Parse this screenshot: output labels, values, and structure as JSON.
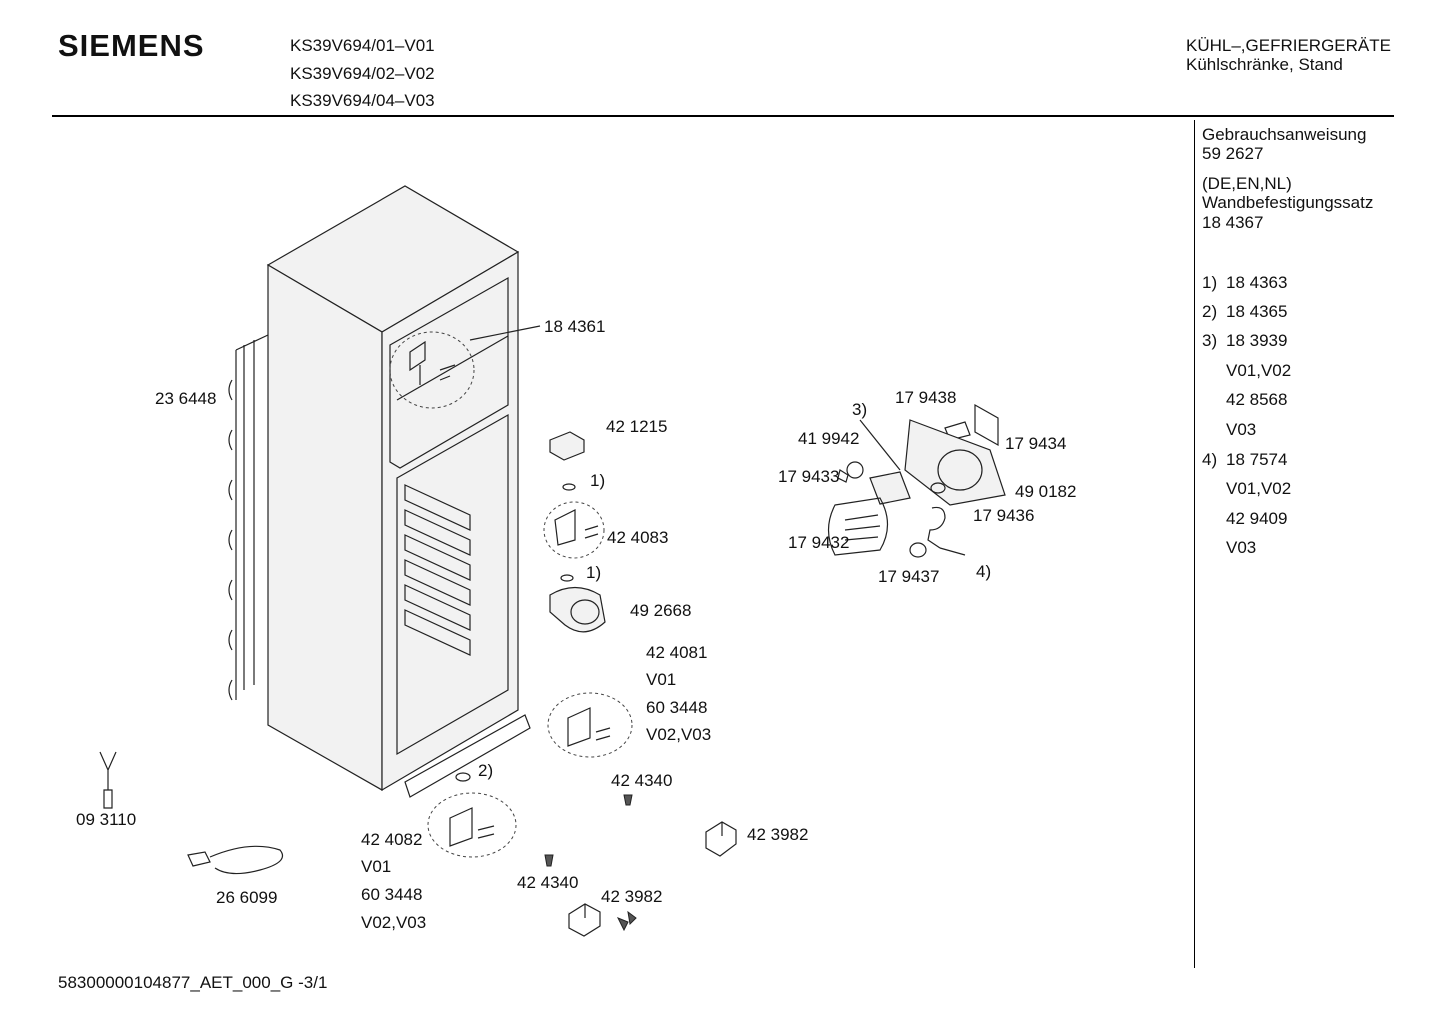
{
  "header": {
    "brand": "SIEMENS",
    "models": [
      "KS39V694/01–V01",
      "KS39V694/02–V02",
      "KS39V694/04–V03"
    ],
    "category_line1": "KÜHL–,GEFRIERGERÄTE",
    "category_line2": "Kühlschränke, Stand"
  },
  "sidebar": {
    "manual_label": "Gebrauchsanweisung",
    "manual_number": "59 2627",
    "languages": "(DE,EN,NL)",
    "wall_kit_label": "Wandbefestigungssatz",
    "wall_kit_number": "18 4367",
    "refs": [
      {
        "key": "1)",
        "value": "18 4363"
      },
      {
        "key": "2)",
        "value": "18 4365"
      },
      {
        "key": "3)",
        "value": "18 3939"
      },
      {
        "key": "",
        "value": "V01,V02"
      },
      {
        "key": "",
        "value": "42 8568"
      },
      {
        "key": "",
        "value": "V03"
      },
      {
        "key": "4)",
        "value": "18 7574"
      },
      {
        "key": "",
        "value": "V01,V02"
      },
      {
        "key": "",
        "value": "42 9409"
      },
      {
        "key": "",
        "value": "V03"
      }
    ]
  },
  "parts": {
    "p184361": "18 4361",
    "p236448": "23 6448",
    "p421215": "42 1215",
    "fn1a": "1)",
    "p424083": "42 4083",
    "fn1b": "1)",
    "p492668": "49 2668",
    "p424081": "42 4081",
    "v01a": "V01",
    "p603448a": "60 3448",
    "v0203a": "V02,V03",
    "fn2": "2)",
    "p424340a": "42 4340",
    "p423982a": "42 3982",
    "p093110": "09 3110",
    "p266099": "26 6099",
    "p424082": "42 4082",
    "v01b": "V01",
    "p603448b": "60 3448",
    "v0203b": "V02,V03",
    "p424340b": "42 4340",
    "p423982b": "42 3982",
    "fn3": "3)",
    "p179438": "17 9438",
    "p419942": "41 9942",
    "p179434": "17 9434",
    "p179433": "17 9433",
    "p490182": "49 0182",
    "p179436": "17 9436",
    "p179432": "17 9432",
    "p179437": "17 9437",
    "fn4": "4)"
  },
  "footer": {
    "doc_id": "58300000104877_AET_000_G  -3/1"
  }
}
